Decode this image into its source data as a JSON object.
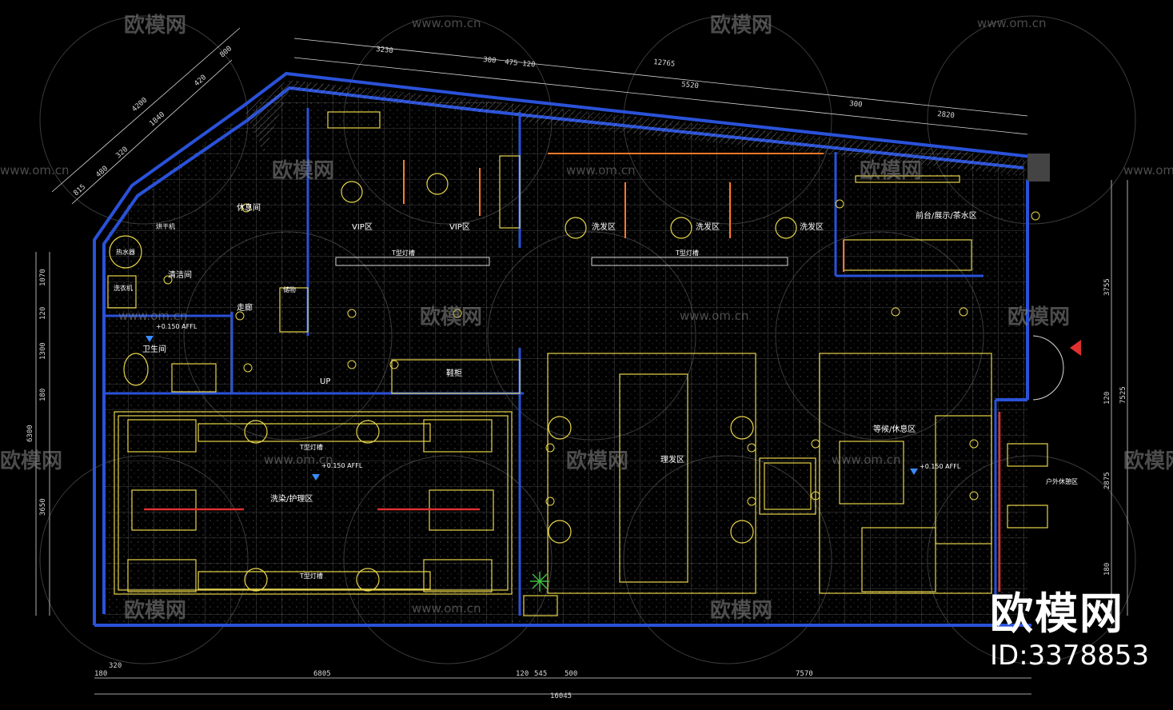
{
  "watermark": {
    "name": "欧模网",
    "url": "www.om.cn"
  },
  "brand": {
    "name": "欧模网",
    "id_text": "ID:3378853"
  },
  "rooms": {
    "vip_left": "VIP区",
    "vip_right": "VIP区",
    "wash_1": "洗发区",
    "wash_2": "洗发区",
    "wash_3": "洗发区",
    "front_desk": "前台/展示/茶水区",
    "toilet": "卫生间",
    "corridor": "走廊",
    "cleaning": "清洁间",
    "rest": "休息间",
    "water_heater": "热水器",
    "washer": "洗衣机",
    "dryer": "烘干机",
    "storage": "储物",
    "shelf": "鞋柜",
    "care_area": "洗染/护理区",
    "cut_area": "理发区",
    "waiting": "等候/休息区",
    "outdoor": "户外休憩区"
  },
  "annotations": {
    "level_left": "+0.150 AFFL",
    "level_center": "+0.150 AFFL",
    "level_right": "+0.150 AFFL",
    "up": "UP",
    "light_slot": "T型灯槽"
  },
  "dims_top": [
    "3230",
    "300",
    "475",
    "120",
    "12765",
    "5520",
    "300",
    "2820"
  ],
  "dims_diag": [
    "4200",
    "1840",
    "420",
    "800",
    "815",
    "480",
    "320"
  ],
  "dims_left": [
    "1070",
    "120",
    "1300",
    "180",
    "6300",
    "3650"
  ],
  "dims_right": [
    "3755",
    "120",
    "2875",
    "180",
    "7525"
  ],
  "dims_bottom": [
    "320",
    "180",
    "6805",
    "120",
    "545",
    "500",
    "7570",
    "16045"
  ]
}
